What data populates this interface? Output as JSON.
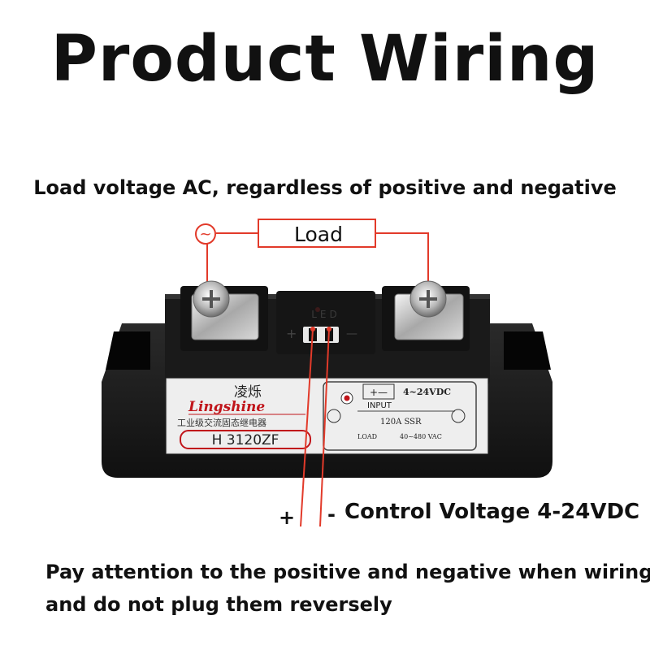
{
  "title": "Product Wiring",
  "subtitle": "Load voltage AC, regardless of positive and negative",
  "load_box": {
    "label": "Load",
    "ac_symbol": "~"
  },
  "relay": {
    "led_label": "LED",
    "plus_sign": "+",
    "minus_sign": "—",
    "brand_chinese": "凌烁",
    "brand_english": "Lingshine",
    "subtitle_chinese": "工业级交流固态继电器",
    "model": "H 3120ZF",
    "input_voltage": "4~24VDC",
    "input_label": "INPUT",
    "rating": "120A SSR",
    "load_label": "LOAD",
    "load_voltage": "40~480 VAC",
    "dc_symbol": "+—"
  },
  "control": {
    "plus": "+",
    "minus": "-",
    "label": "Control Voltage 4-24VDC"
  },
  "note": {
    "line1": "Pay attention to the positive and negative when wiring",
    "line2": "and do not plug them reversely"
  },
  "colors": {
    "wire": "#e23a2a",
    "relay_body": "#1c1c1c",
    "label_paper": "#eeeeee",
    "brand_red": "#c0141a"
  }
}
